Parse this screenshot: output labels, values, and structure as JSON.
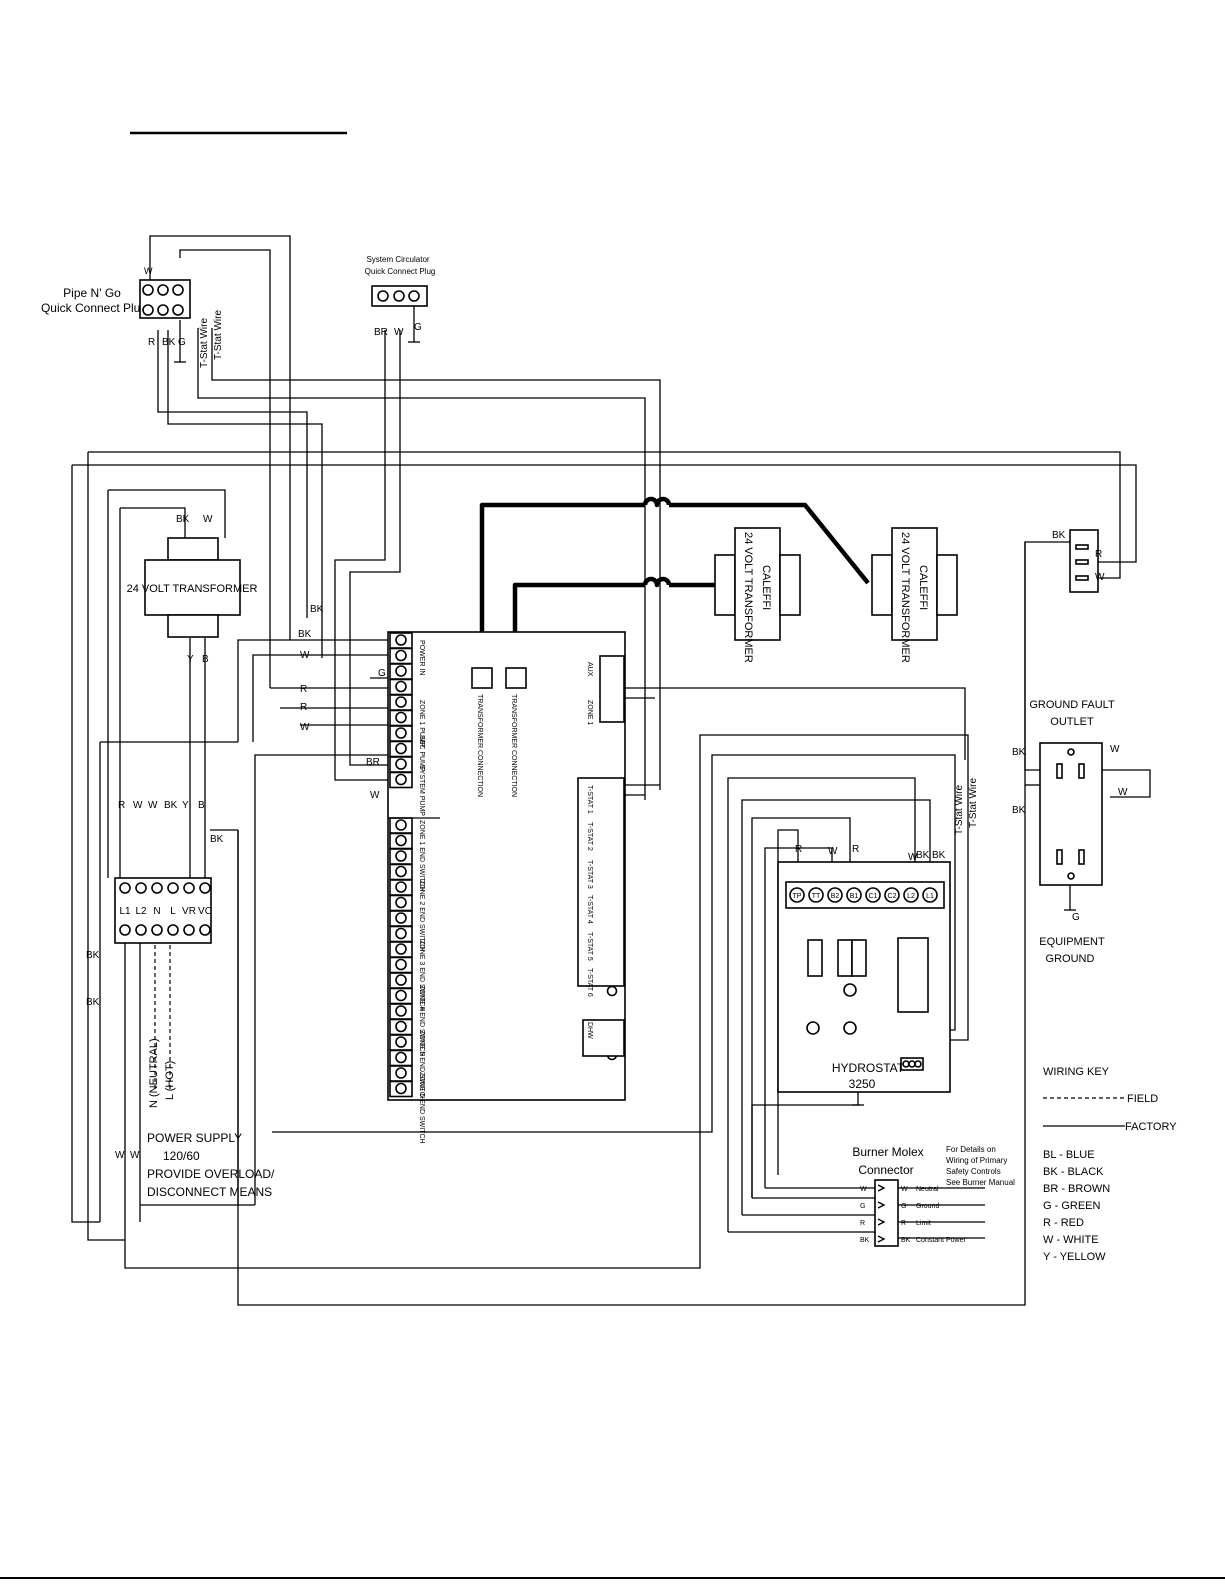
{
  "pipe_n_go": {
    "title_1": "Pipe N' Go",
    "title_2": "Quick Connect Plug",
    "w": "W",
    "r": "R",
    "bk": "BK",
    "g": "G"
  },
  "sys_circ": {
    "title_1": "System Circulator",
    "title_2": "Quick Connect Plug",
    "br": "BR",
    "w": "W",
    "g": "G"
  },
  "tstat_wire_1": "T-Stat Wire",
  "tstat_wire_2": "T-Stat Wire",
  "transformer_24v": {
    "label": "24 VOLT TRANSFORMER",
    "bk": "BK",
    "w": "W",
    "y": "Y",
    "b": "B"
  },
  "caleffi_1": {
    "line1": "CALEFFI",
    "line2": "24 VOLT TRANSFORMER"
  },
  "caleffi_2": {
    "line1": "CALEFFI",
    "line2": "24 VOLT TRANSFORMER"
  },
  "controller": {
    "transformer_conn_1": "TRANSFORMER CONNECTION",
    "transformer_conn_2": "TRANSFORMER CONNECTION",
    "sections": [
      "POWER IN",
      "ZONE 1 PUMP",
      "SEC PUMP",
      "SYSTEM PUMP",
      "ZONE 1 END SWITCH",
      "ZONE 2 END SWITCH",
      "ZONE 3 END SWITCH",
      "ZONE 4 END SWITCH",
      "ZONE 5 END SWITCH",
      "ZONE 6 END SWITCH"
    ],
    "right_labels": [
      "AUX",
      "ZONE 1",
      "T-STAT 1",
      "T-STAT 2",
      "T-STAT 3",
      "T-STAT 4",
      "T-STAT 5",
      "T-STAT 6",
      "DHW"
    ]
  },
  "wire_labels": {
    "bk": "BK",
    "w": "W",
    "r": "R",
    "g": "G",
    "br": "BR",
    "y": "Y",
    "b": "B"
  },
  "terminal_block": {
    "terminals": [
      "L1",
      "L2",
      "N",
      "L",
      "VR",
      "VC"
    ]
  },
  "neutral_label": "N (NEUTRAL)",
  "hot_label": "L (HOT)",
  "power_supply": {
    "line1": "POWER SUPPLY",
    "line2": "120/60",
    "line3": "PROVIDE OVERLOAD/",
    "line4": "DISCONNECT MEANS"
  },
  "hydrostat": {
    "name": "HYDROSTAT",
    "model": "3250",
    "terminals": [
      "TP",
      "TT",
      "B2",
      "B1",
      "C1",
      "C2",
      "L2",
      "L1"
    ]
  },
  "burner_molex": {
    "title_1": "Burner Molex",
    "title_2": "Connector",
    "note": [
      "For Details on",
      "Wiring of Primary",
      "Safety Controls",
      "See Burner Manual"
    ],
    "pins": [
      {
        "left": "W",
        "right": "W",
        "name": "Neutral"
      },
      {
        "left": "G",
        "right": "G",
        "name": "Ground"
      },
      {
        "left": "R",
        "right": "R",
        "name": "Limit"
      },
      {
        "left": "BK",
        "right": "BK",
        "name": "Constant Power"
      }
    ]
  },
  "gfo": {
    "title_1": "GROUND FAULT",
    "title_2": "OUTLET",
    "bk": "BK",
    "w": "W",
    "r": "R",
    "g": "G",
    "eq_1": "EQUIPMENT",
    "eq_2": "GROUND"
  },
  "wiring_key": {
    "title": "WIRING KEY",
    "field": "FIELD",
    "factory": "FACTORY",
    "colors": [
      "BL - BLUE",
      "BK - BLACK",
      "BR - BROWN",
      "G - GREEN",
      "R - RED",
      "W - WHITE",
      "Y - YELLOW"
    ]
  }
}
